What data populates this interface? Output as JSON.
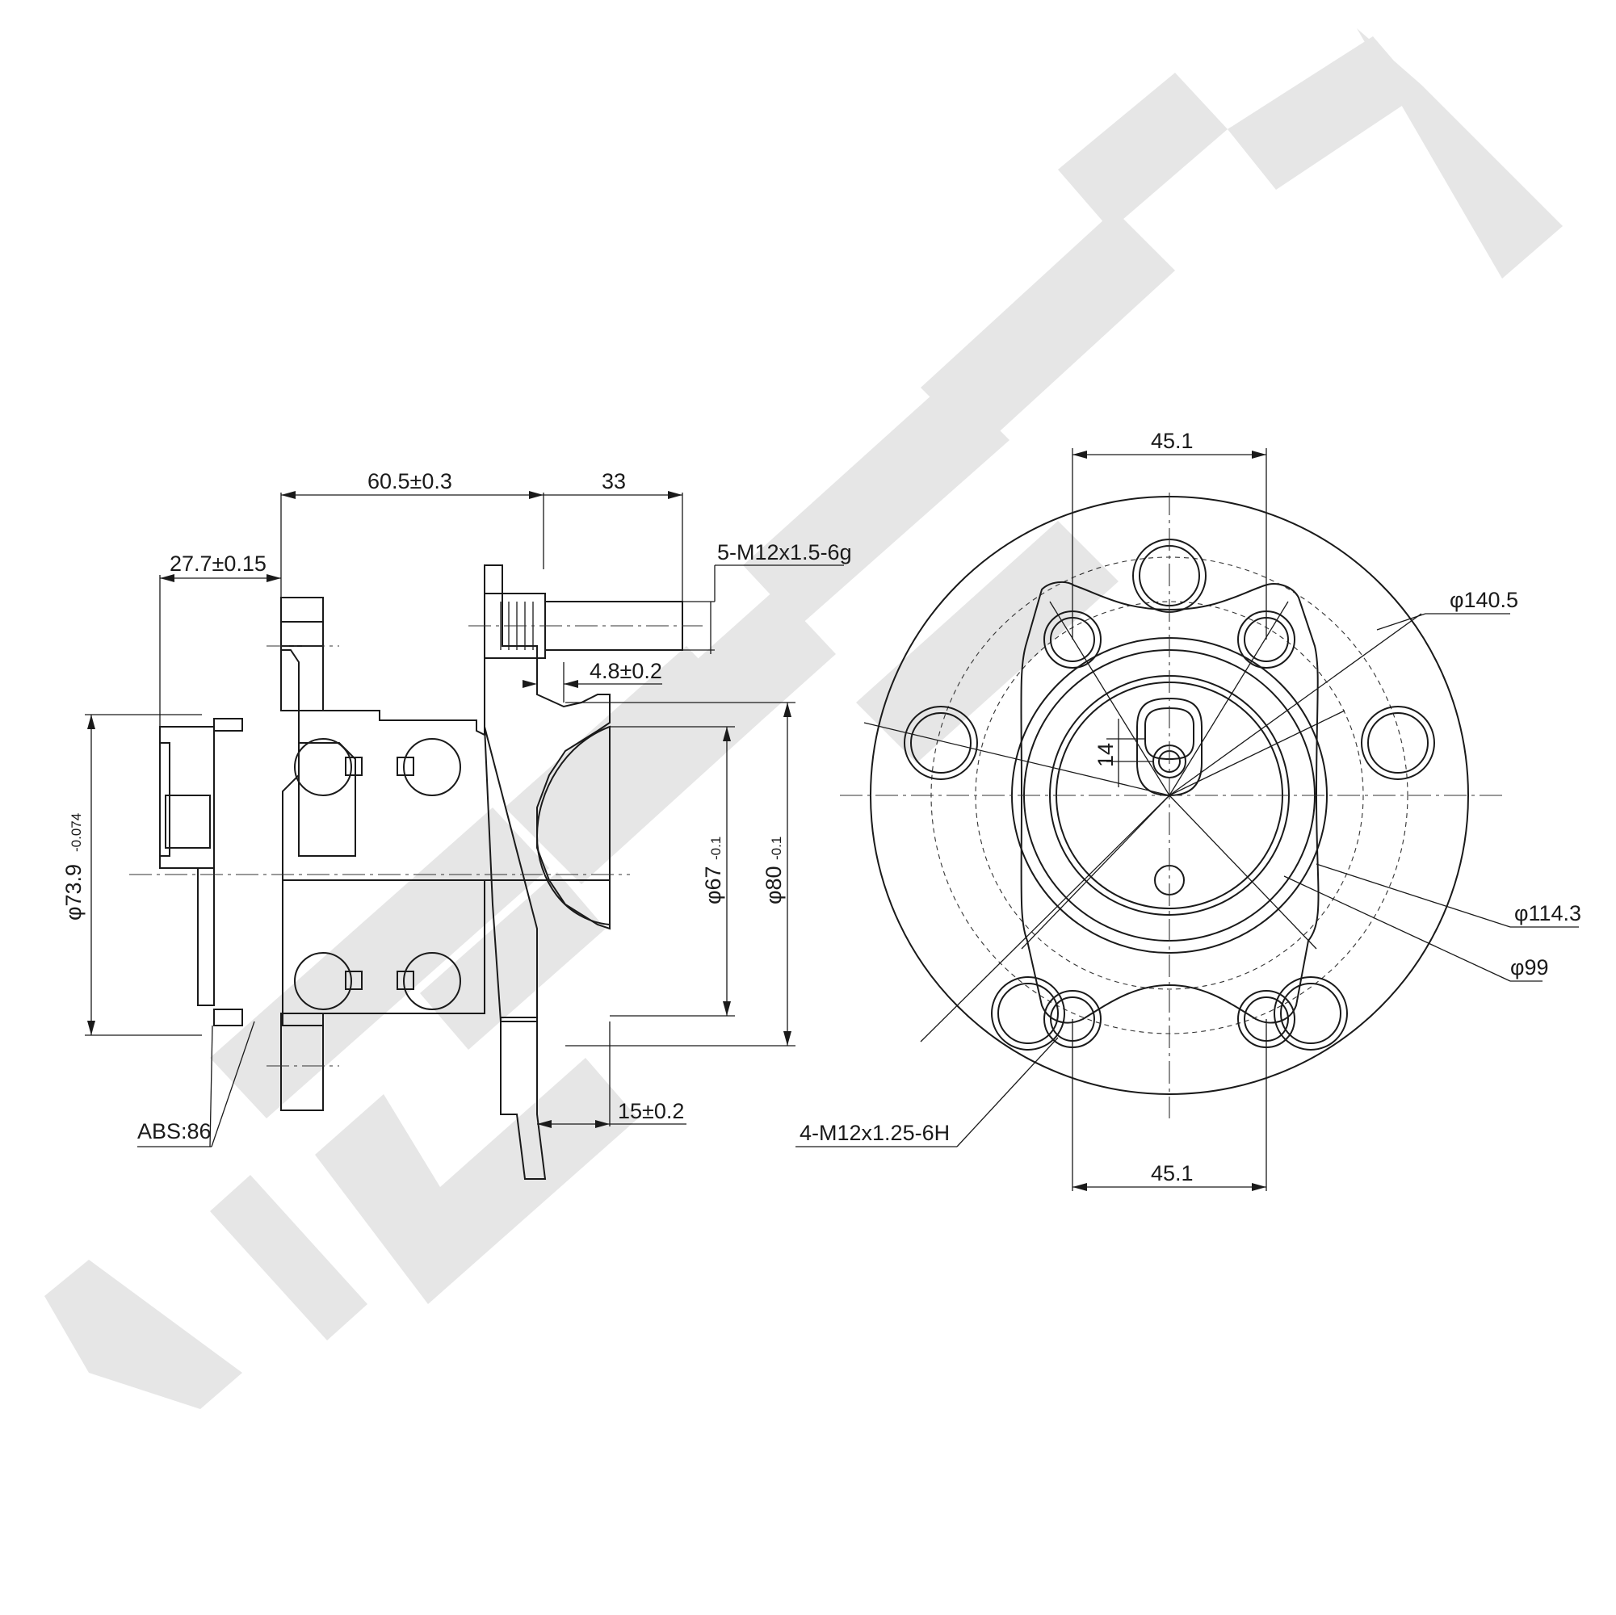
{
  "watermark": {
    "text": "ZENTEK",
    "color": "#e6e6e6"
  },
  "side_view": {
    "dim_60_5": "60.5±0.3",
    "dim_33": "33",
    "dim_27_7": "27.7±0.15",
    "stud_thread": "5-M12x1.5-6g",
    "dim_4_8": "4.8±0.2",
    "dim_73_9": "φ73.9",
    "dim_73_9_tol": "-0.074",
    "dim_67": "φ67",
    "dim_67_tol": "-0.1",
    "dim_80": "φ80",
    "dim_80_tol": "-0.1",
    "dim_15": "15±0.2",
    "abs": "ABS:86"
  },
  "front_view": {
    "dim_top_45_1": "45.1",
    "dim_bottom_45_1": "45.1",
    "dia_140_5": "φ140.5",
    "dia_114_3": "φ114.3",
    "dia_99": "φ99",
    "dim_14": "14",
    "hole_thread": "4-M12x1.25-6H"
  }
}
